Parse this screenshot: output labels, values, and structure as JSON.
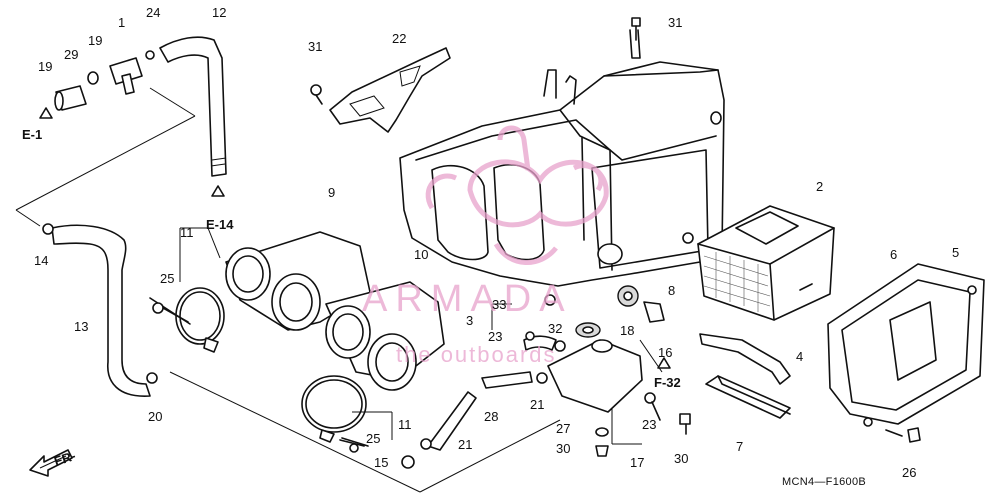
{
  "diagram": {
    "code": "MCN4—F1600B",
    "direction_label": "FR-",
    "refs": {
      "e1": "E-1",
      "e14": "E-14",
      "f32": "F-32"
    },
    "watermark": {
      "title": "ARMADA",
      "subtitle": "the outboards"
    },
    "callouts": {
      "c1": "1",
      "c2": "2",
      "c3": "3",
      "c4": "4",
      "c5": "5",
      "c6": "6",
      "c7": "7",
      "c8": "8",
      "c9": "9",
      "c10": "10",
      "c11a": "11",
      "c11b": "11",
      "c12": "12",
      "c13": "13",
      "c14": "14",
      "c15": "15",
      "c16": "16",
      "c17": "17",
      "c18": "18",
      "c19a": "19",
      "c19b": "19",
      "c20": "20",
      "c21a": "21",
      "c21b": "21",
      "c22": "22",
      "c23a": "23",
      "c23b": "23",
      "c24": "24",
      "c25a": "25",
      "c25b": "25",
      "c26": "26",
      "c27": "27",
      "c28": "28",
      "c29": "29",
      "c30a": "30",
      "c30b": "30",
      "c31a": "31",
      "c31b": "31",
      "c32": "32",
      "c33": "33"
    }
  }
}
